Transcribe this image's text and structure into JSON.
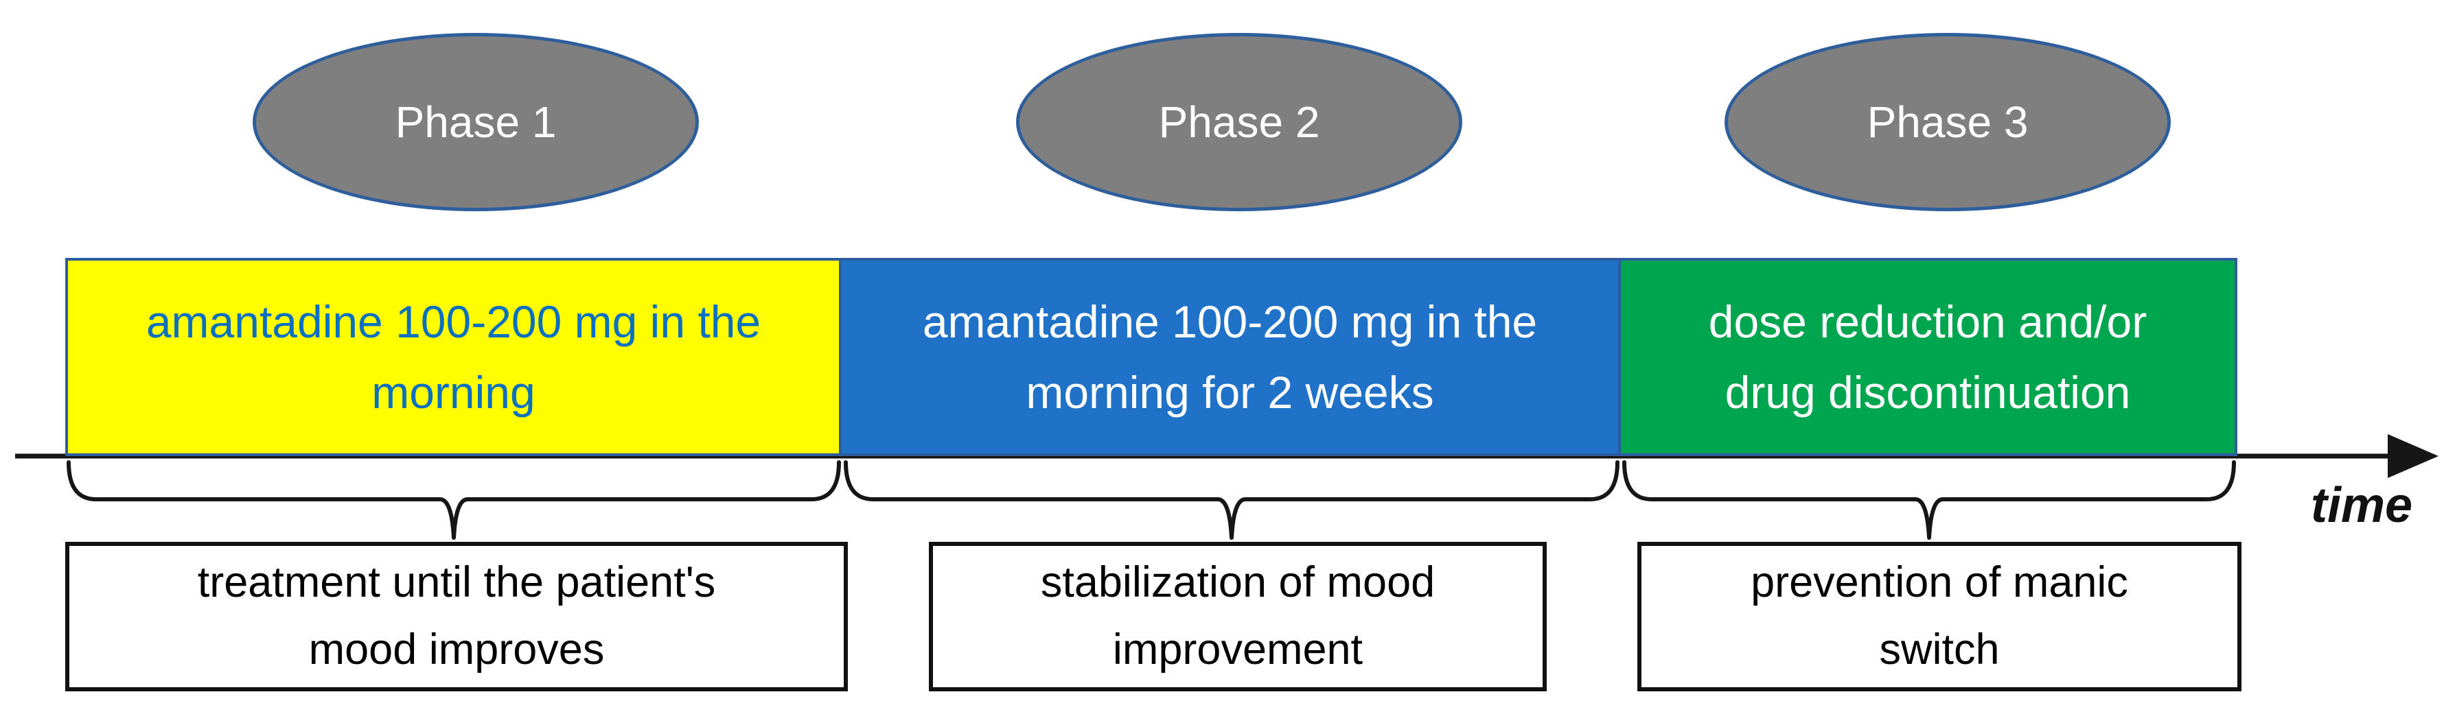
{
  "diagram": {
    "phases": [
      {
        "name": "Phase 1",
        "bubble_fill": "#7f7f7f",
        "bubble_border": "#2e5f9c",
        "bar_label": "amantadine 100-200 mg in the\nmorning",
        "bar_fill": "#ffff00",
        "bar_text_color": "#0b70c0",
        "description": "treatment until the patient's\nmood improves"
      },
      {
        "name": "Phase 2",
        "bubble_fill": "#7f7f7f",
        "bubble_border": "#2e5f9c",
        "bar_label": "amantadine 100-200 mg in the\nmorning for 2 weeks",
        "bar_fill": "#1f72c8",
        "bar_text_color": "#ffffff",
        "description": "stabilization of mood\nimprovement"
      },
      {
        "name": "Phase 3",
        "bubble_fill": "#7f7f7f",
        "bubble_border": "#2e5f9c",
        "bar_label": "dose reduction and/or\ndrug discontinuation",
        "bar_fill": "#00a54f",
        "bar_text_color": "#ffffff",
        "description": "prevention of manic\nswitch"
      }
    ],
    "timeline": {
      "axis_label": "time"
    }
  }
}
